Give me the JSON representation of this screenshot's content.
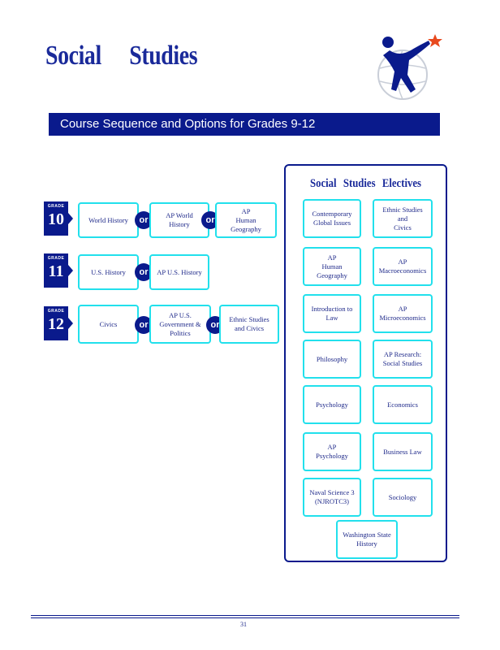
{
  "header": {
    "title": "Social Studies"
  },
  "banner": {
    "text": "Course Sequence and Options for Grades 9-12"
  },
  "colors": {
    "navy": "#0a1a8c",
    "cyan_border": "#22e0ec",
    "logo_star": "#e8491e"
  },
  "or_label": "or",
  "grades": [
    {
      "label": "GRADE",
      "number": "10",
      "courses": [
        "World History",
        "AP World\nHistory",
        "AP\nHuman Geography"
      ]
    },
    {
      "label": "GRADE",
      "number": "11",
      "courses": [
        "U.S. History",
        "AP U.S. History"
      ]
    },
    {
      "label": "GRADE",
      "number": "12",
      "courses": [
        "Civics",
        "AP U.S.\nGovernment & Politics",
        "Ethnic Studies and Civics"
      ]
    }
  ],
  "electives": {
    "title": "Social Studies Electives",
    "items": [
      "Contemporary\nGlobal Issues",
      "Ethnic Studies and\nCivics",
      "AP\nHuman Geography",
      "AP\nMacroeconomics",
      "Introduction to\nLaw",
      "AP\nMicroeconomics",
      "Philosophy",
      "AP Research:\nSocial Studies",
      "Psychology",
      "Economics",
      "AP\nPsychology",
      "Business Law",
      "Naval Science 3\n(NJROTC3)",
      "Sociology",
      "Washington State\nHistory"
    ]
  },
  "footer": {
    "page_number": "31"
  }
}
